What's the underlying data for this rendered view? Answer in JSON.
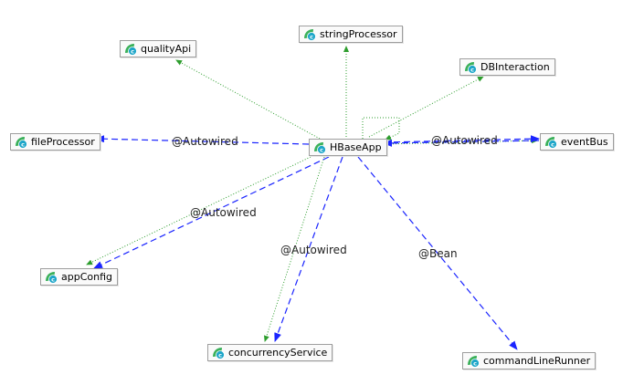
{
  "diagram": {
    "center_node": "HBaseApp",
    "nodes": {
      "qualityApi": "qualityApi",
      "stringProcessor": "stringProcessor",
      "dbInteraction": "DBInteraction",
      "fileProcessor": "fileProcessor",
      "hbaseApp": "HBaseApp",
      "eventBus": "eventBus",
      "appConfig": "appConfig",
      "concurrencyService": "concurrencyService",
      "commandLineRunner": "commandLineRunner"
    },
    "edge_labels": {
      "fileProcessor": "@Autowired",
      "eventBus": "@Autowired",
      "appConfig": "@Autowired",
      "concurrencyService": "@Autowired",
      "commandLineRunner": "@Bean"
    },
    "colors": {
      "autowired_edge": "#1a24ff",
      "dependency_edge": "#2e9e2e",
      "node_border": "#9e9e9e",
      "icon_leaf": "#3ab05a",
      "icon_circle": "#1ea6c9"
    },
    "node_icon": "spring-bean-class-icon"
  }
}
